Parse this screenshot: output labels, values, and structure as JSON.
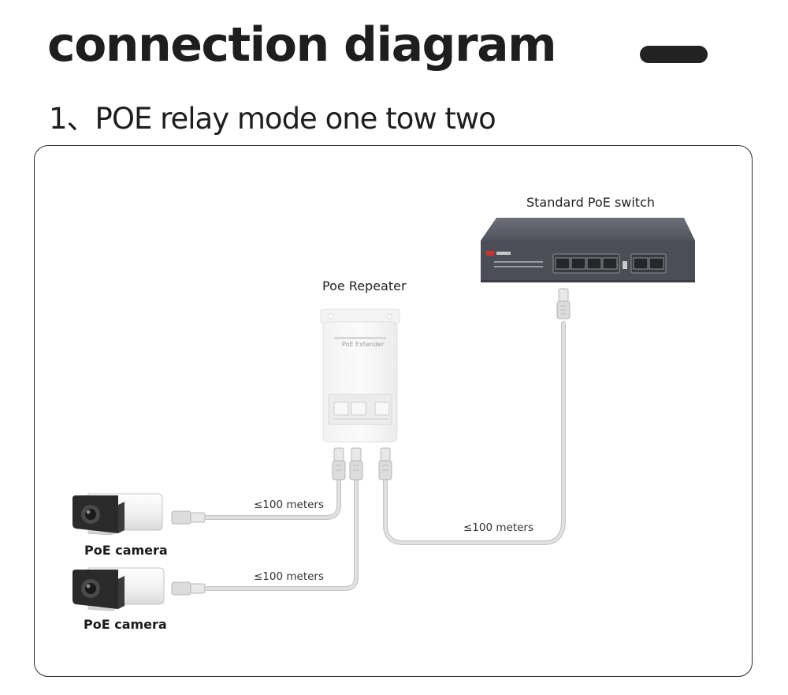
{
  "page": {
    "title": "connection diagram",
    "section_title": "1、POE relay mode one tow two"
  },
  "diagram": {
    "switch": {
      "label": "Standard PoE switch",
      "icon": "poe-switch-icon",
      "port_count": 6,
      "colors": {
        "body": "#4e5159",
        "ports": "#2b2e33"
      }
    },
    "repeater": {
      "label": "Poe Repeater",
      "panel_text": "PoE Extender",
      "icon": "poe-extender-icon",
      "colors": {
        "body": "#f7f7f7",
        "edge": "#dedede"
      }
    },
    "cameras": [
      {
        "label": "PoE camera",
        "icon": "bullet-camera-icon"
      },
      {
        "label": "PoE camera",
        "icon": "bullet-camera-icon"
      }
    ],
    "links": [
      {
        "label": "≤100 meters",
        "from": "repeater",
        "to": "camera-1"
      },
      {
        "label": "≤100 meters",
        "from": "repeater",
        "to": "camera-2"
      },
      {
        "label": "≤100 meters",
        "from": "switch",
        "to": "repeater"
      }
    ],
    "colors": {
      "cable": "#d9d9d9",
      "cable_edge": "#c4c4c4",
      "frame": "#2a2a2a"
    }
  }
}
